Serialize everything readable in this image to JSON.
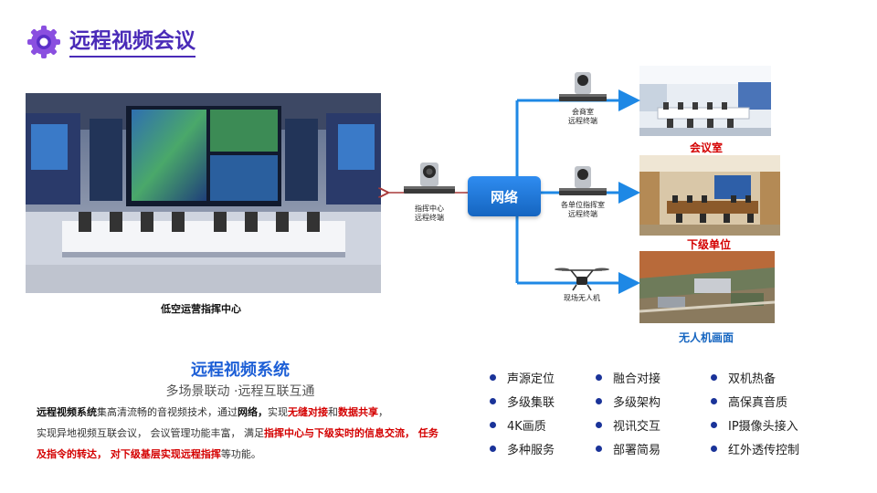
{
  "header": {
    "title": "远程视频会议"
  },
  "photos": {
    "command_center_caption": "低空运营指挥中心",
    "meeting_room_caption": "会议室",
    "subordinate_caption": "下级单位",
    "drone_view_caption": "无人机画面"
  },
  "network": {
    "hub_label": "网络",
    "command_terminal": [
      "指挥中心",
      "远程终端"
    ],
    "consult_terminal": [
      "会商室",
      "远程终端"
    ],
    "unit_terminal": [
      "各单位指挥室",
      "远程终端"
    ],
    "drone_label": "现场无人机"
  },
  "system": {
    "title": "远程视频系统",
    "subtitle": "多场景联动 ·远程互联互通",
    "description": {
      "p1_bold": "远程视频系统",
      "p1_text": "集高清流畅的音视频技术，通过",
      "p1_bold2": "网络，",
      "p1_text2": "实现",
      "hl1": "无缝对接",
      "and": "和",
      "hl2": "数据共享",
      "p1_tail": "，",
      "line2": "实现异地视频互联会议， 会议管理功能丰富， 满足",
      "hl3": "指挥中心与下级实时的信息交流， 任务及指令的转达， 对下级基层实现远程指挥",
      "end": "等功能。"
    }
  },
  "features": [
    "声源定位",
    "融合对接",
    "双机热备",
    "多级集联",
    "多级架构",
    "高保真音质",
    "4K画质",
    "视讯交互",
    "IP摄像头接入",
    "多种服务",
    "部署简易",
    "红外透传控制"
  ],
  "colors": {
    "title_purple": "#4a2bb8",
    "accent_blue": "#1d5fd6",
    "network_blue": "#1565c0",
    "highlight_red": "#d40000"
  }
}
